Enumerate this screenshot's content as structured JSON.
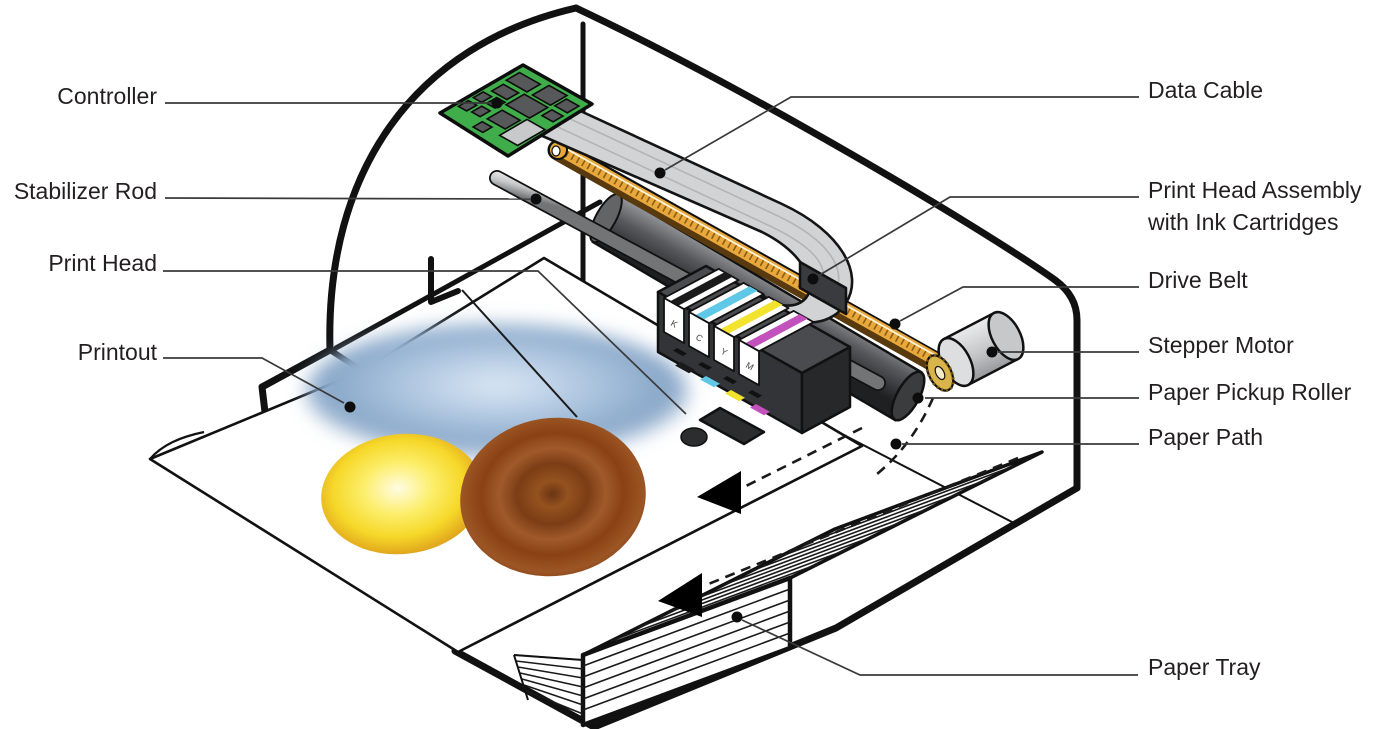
{
  "diagram": {
    "subject": "inkjet-printer-cutaway",
    "labels_left": [
      {
        "id": "controller",
        "text": "Controller"
      },
      {
        "id": "stabilizer-rod",
        "text": "Stabilizer Rod"
      },
      {
        "id": "print-head",
        "text": "Print Head"
      },
      {
        "id": "printout",
        "text": "Printout"
      }
    ],
    "labels_right": [
      {
        "id": "data-cable",
        "text": "Data Cable"
      },
      {
        "id": "print-head-assembly",
        "text": "Print Head Assembly",
        "text2": "with Ink Cartridges"
      },
      {
        "id": "drive-belt",
        "text": "Drive Belt"
      },
      {
        "id": "stepper-motor",
        "text": "Stepper Motor"
      },
      {
        "id": "paper-pickup-roller",
        "text": "Paper Pickup Roller"
      },
      {
        "id": "paper-path",
        "text": "Paper Path"
      },
      {
        "id": "paper-tray",
        "text": "Paper Tray"
      }
    ],
    "inks": [
      {
        "name": "black",
        "letter": "K",
        "color": "#1a1a1a"
      },
      {
        "name": "cyan",
        "letter": "C",
        "color": "#5fc8e6"
      },
      {
        "name": "yellow",
        "letter": "Y",
        "color": "#f2e32e"
      },
      {
        "name": "magenta",
        "letter": "M",
        "color": "#c351bd"
      }
    ],
    "colors": {
      "outline": "#111111",
      "leader_line": "#3a3a3a",
      "pcb_green": "#3fae4a",
      "chip_gray": "#57585a",
      "belt_gold": "#e9a83b",
      "belt_shadow": "#59390e",
      "ribbon_gray": "#d2d3d5",
      "roller_dark": "#2f3032",
      "metal_silver": "#c9cacc",
      "pulley_gold": "#d9b44a",
      "blob_blue": "#9db9d8",
      "blob_yellow": "#f2d12e",
      "blob_brown": "#8a4a1e"
    }
  }
}
